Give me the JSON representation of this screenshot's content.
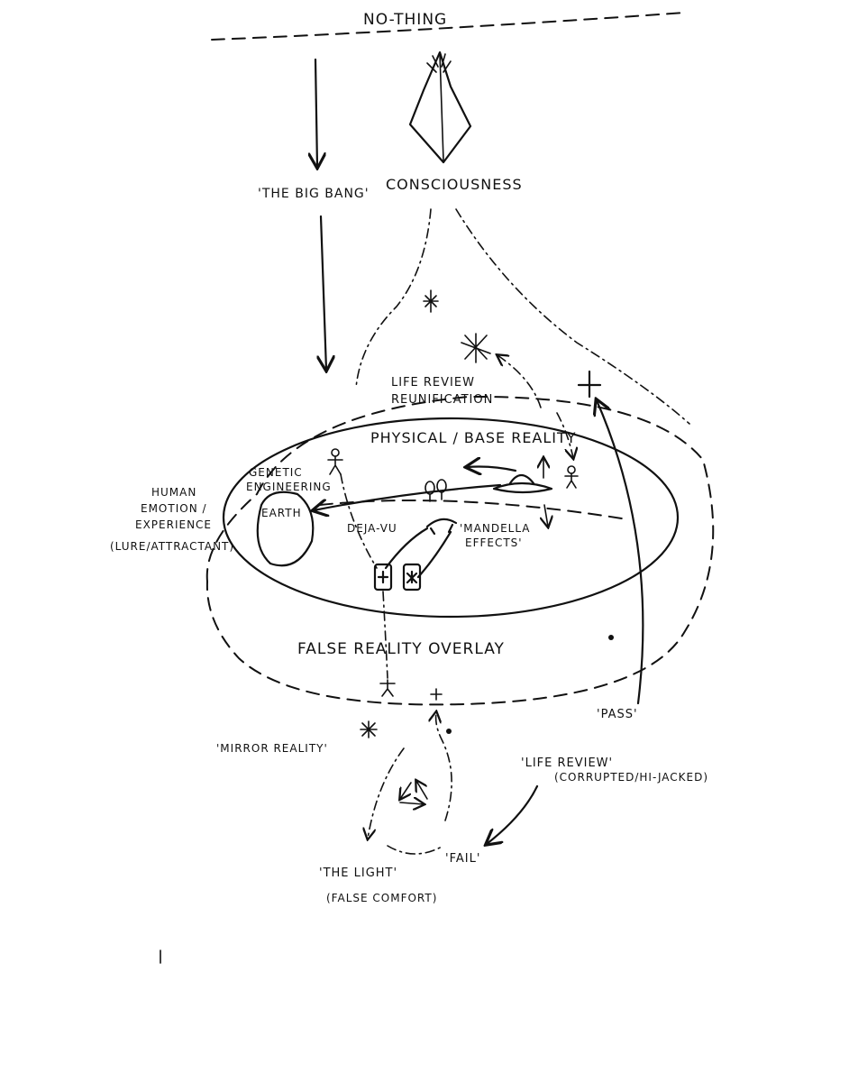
{
  "labels": {
    "no_thing": "NO-THING",
    "big_bang": "'THE BIG BANG'",
    "consciousness": "CONSCIOUSNESS",
    "life_review_top": "LIFE REVIEW",
    "reunification": "REUNIFICATION",
    "physical_base_reality": "PHYSICAL / BASE REALITY",
    "genetic": "GENETIC",
    "engineering": "ENGINEERING",
    "earth": "EARTH",
    "human": "HUMAN",
    "emotion": "EMOTION /",
    "experience": "EXPERIENCE",
    "lure": "(LURE/ATTRACTANT)",
    "deja_vu": "DEJA-VU",
    "mandella": "'MANDELLA",
    "effects": "EFFECTS'",
    "false_reality_overlay": "FALSE REALITY OVERLAY",
    "pass": "'PASS'",
    "mirror_reality": "'MIRROR REALITY'",
    "life_review_bottom": "'LIFE REVIEW'",
    "corrupted": "(CORRUPTED/HI-JACKED)",
    "the_light": "'THE LIGHT'",
    "false_comfort": "(FALSE COMFORT)",
    "fail": "'FAIL'"
  },
  "colors": {
    "ink": "#111111",
    "paper": "#ffffff"
  }
}
